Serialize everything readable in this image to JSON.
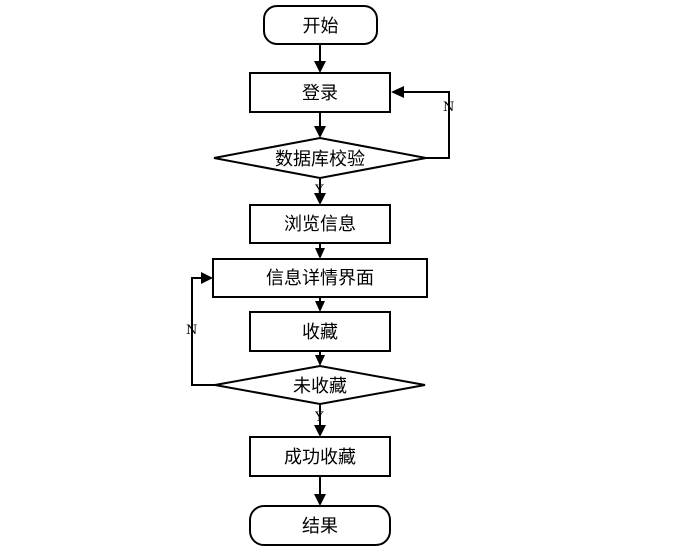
{
  "flowchart": {
    "start": "开始",
    "login": "登录",
    "db_check": "数据库校验",
    "browse": "浏览信息",
    "detail": "信息详情界面",
    "favorite": "收藏",
    "not_favorited": "未收藏",
    "favorite_success": "成功收藏",
    "end": "结果",
    "edges": {
      "db_check_no": "N",
      "db_check_yes": "Y",
      "not_favorited_no": "N",
      "not_favorited_yes": "Y"
    }
  }
}
